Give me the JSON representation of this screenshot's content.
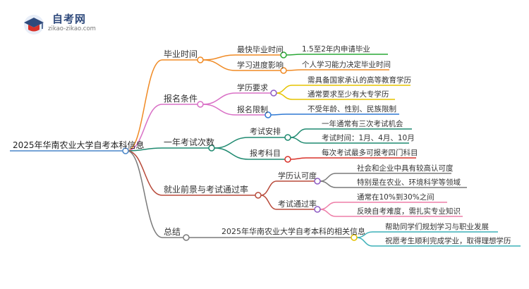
{
  "logo": {
    "title": "自考网",
    "url": "zikao-zikao.com"
  },
  "colors": {
    "root_line": "#4a86c8",
    "b1": "#f08a24",
    "b2": "#d970c6",
    "b3": "#1f8a70",
    "b4": "#b84a3a",
    "b5": "#7a7a7a",
    "purple": "#8e5bc4",
    "yellow": "#e5c300",
    "blue": "#2f79d4",
    "green": "#2aa836",
    "red": "#d9322a",
    "pink": "#ee7fa8",
    "teal": "#3bb0b8"
  },
  "mindmap": {
    "root": "2025年华南农业大学自考本科信息",
    "branches": [
      {
        "label": "毕业时间",
        "children": [
          {
            "label": "最快毕业时间",
            "leaves": [
              "1.5至2年内申请毕业"
            ]
          },
          {
            "label": "学习进度影响",
            "leaves": [
              "个人学习能力决定毕业时间"
            ]
          }
        ]
      },
      {
        "label": "报名条件",
        "children": [
          {
            "label": "学历要求",
            "leaves": [
              "需具备国家承认的高等教育学历",
              "通常要求至少有大专学历"
            ]
          },
          {
            "label": "报名限制",
            "leaves": [
              "不受年龄、性别、民族限制"
            ]
          }
        ]
      },
      {
        "label": "一年考试次数",
        "children": [
          {
            "label": "考试安排",
            "leaves": [
              "一年通常有三次考试机会",
              "考试时间：1月、4月、10月"
            ]
          },
          {
            "label": "报考科目",
            "leaves": [
              "每次考试最多可报考四门科目"
            ]
          }
        ]
      },
      {
        "label": "就业前景与考试通过率",
        "children": [
          {
            "label": "学历认可度",
            "leaves": [
              "社会和企业中具有较高认可度",
              "特别是在农业、环境科学等领域"
            ]
          },
          {
            "label": "考试通过率",
            "leaves": [
              "通常在10%到30%之间",
              "反映自考难度，需扎实专业知识"
            ]
          }
        ]
      },
      {
        "label": "总结",
        "children": [
          {
            "label": "2025年华南农业大学自考本科的相关信息",
            "leaves": [
              "帮助同学们规划学习与职业发展",
              "祝愿考生顺利完成学业，取得理想学历"
            ]
          }
        ]
      }
    ]
  }
}
